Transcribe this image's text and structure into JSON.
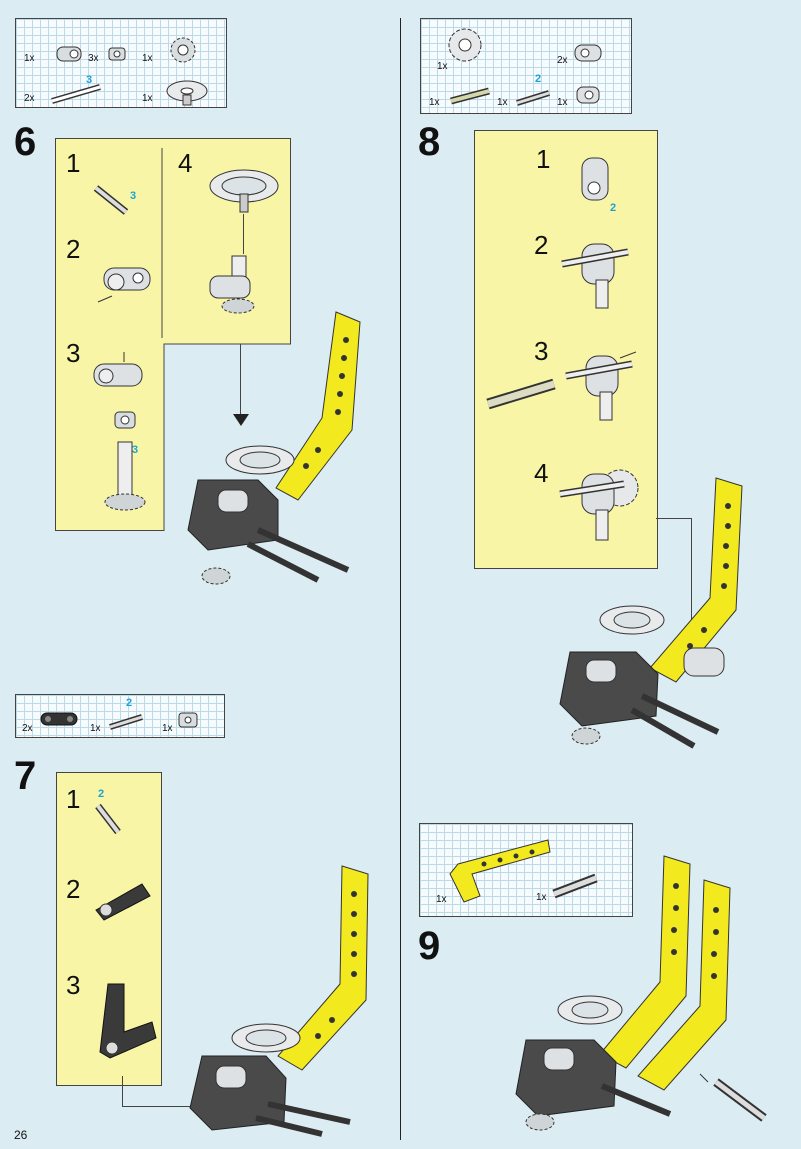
{
  "page_number": "26",
  "steps": {
    "s6": {
      "number": "6",
      "sub": [
        "1",
        "2",
        "3",
        "4"
      ],
      "parts": [
        {
          "qty": "1x",
          "icon": "connector-icon"
        },
        {
          "qty": "3x",
          "icon": "bush-icon"
        },
        {
          "qty": "1x",
          "icon": "gear-icon"
        },
        {
          "qty": "2x",
          "icon": "axle-icon",
          "count": "3"
        },
        {
          "qty": "1x",
          "icon": "steering-wheel-icon"
        }
      ],
      "marks": {
        "a": "3",
        "b": "3"
      }
    },
    "s7": {
      "number": "7",
      "sub": [
        "1",
        "2",
        "3"
      ],
      "parts": [
        {
          "qty": "2x",
          "icon": "beam-icon"
        },
        {
          "qty": "1x",
          "icon": "pin-icon",
          "count": "2"
        },
        {
          "qty": "1x",
          "icon": "bush-icon"
        }
      ],
      "marks": {
        "a": "2"
      }
    },
    "s8": {
      "number": "8",
      "sub": [
        "1",
        "2",
        "3",
        "4"
      ],
      "parts": [
        {
          "qty": "1x",
          "icon": "gear-icon"
        },
        {
          "qty": "2x",
          "icon": "connector-icon"
        },
        {
          "qty": "1x",
          "icon": "axle-icon"
        },
        {
          "qty": "1x",
          "icon": "pin-icon",
          "count": "2"
        },
        {
          "qty": "1x",
          "icon": "connector-icon"
        }
      ],
      "marks": {
        "a": "2"
      }
    },
    "s9": {
      "number": "9",
      "parts": [
        {
          "qty": "1x",
          "icon": "bent-beam-icon"
        },
        {
          "qty": "1x",
          "icon": "pin-icon"
        }
      ]
    }
  },
  "colors": {
    "yellow": "#f8f6a6",
    "beam": "#f2ea1e",
    "grid": "#b9dbe8",
    "page": "#dcecf3",
    "accent": "#1ba3d6"
  }
}
